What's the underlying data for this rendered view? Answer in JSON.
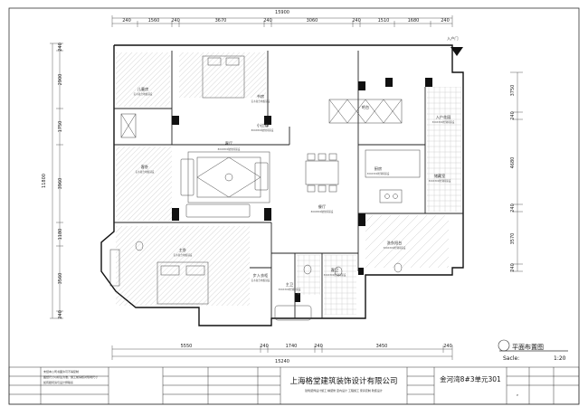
{
  "drawing": {
    "title": "平面布置图",
    "scale_label": "Sacle:",
    "scale_value": "1:20",
    "entrance": "入户门"
  },
  "dims": {
    "top_total": "15900",
    "top_segments": [
      "240",
      "1560",
      "240",
      "3670",
      "240",
      "3060",
      "240",
      "1510",
      "1680",
      "240"
    ],
    "bottom_total": "15240",
    "bottom_segments": [
      "5550",
      "240",
      "1740",
      "240",
      "3450",
      "240"
    ],
    "left_total": "11800",
    "left_segments": [
      "240",
      "2900",
      "1750",
      "3960",
      "1180",
      "3560",
      "240"
    ],
    "right_segments": [
      "3750",
      "240",
      "4680",
      "240",
      "3570",
      "240"
    ]
  },
  "rooms": [
    {
      "id": "kid-room",
      "name": "儿童房",
      "sub": "实木复合地板铺设"
    },
    {
      "id": "bedroom-top",
      "name": "书房",
      "sub": "实木复合地板铺设"
    },
    {
      "id": "guest-room",
      "name": "客卧",
      "sub": "实木复合地板铺设"
    },
    {
      "id": "aisle",
      "name": "小过道",
      "sub": "800X800玻化砖铺设"
    },
    {
      "id": "kitchen",
      "name": "厨房",
      "sub": "300X300防滑砖铺设"
    },
    {
      "id": "foyer",
      "name": "入户花园",
      "sub": "300X300防滑砖铺设"
    },
    {
      "id": "living",
      "name": "客厅",
      "sub": "800X800玻化砖铺设"
    },
    {
      "id": "dining",
      "name": "餐厅",
      "sub": "800X800玻化砖铺设"
    },
    {
      "id": "bar",
      "name": "吧台",
      "sub": ""
    },
    {
      "id": "balcony",
      "name": "储藏室",
      "sub": "300X300防滑砖铺设"
    },
    {
      "id": "master",
      "name": "主卧",
      "sub": "实木复合地板铺设"
    },
    {
      "id": "wardrobe",
      "name": "步入衣柜",
      "sub": "实木复合地板铺设"
    },
    {
      "id": "master-bath",
      "name": "主卫",
      "sub": "300X300防滑砖铺设"
    },
    {
      "id": "bath",
      "name": "客卫",
      "sub": "300X300防滑砖铺设"
    },
    {
      "id": "laundry",
      "name": "洗衣阳台",
      "sub": "300X300防滑砖铺设"
    }
  ],
  "title_block": {
    "company": "上海格堂建筑装饰设计有限公司",
    "company_sub": "建筑装饰设计施工 精装修 室内设计 工程施工 家具定制 软装设计",
    "project": "金河湾8#3单元301",
    "notes": [
      "未经本公司书面许可不得复制",
      "图纸尺寸以标注为准，施工前请核对现场尺寸",
      "如有疑问请与设计师联系"
    ],
    "sheet": "P"
  }
}
